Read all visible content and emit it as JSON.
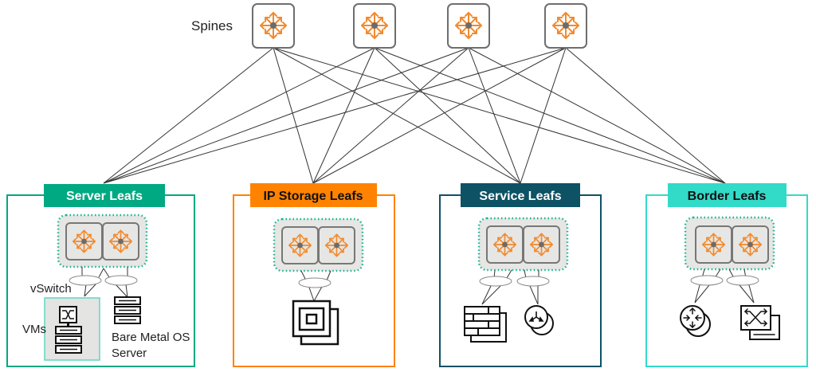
{
  "diagram": {
    "spines_label": "Spines",
    "spine_count": 4,
    "spines": [
      {
        "id": "spine-1",
        "icon": "switch-arrows-icon"
      },
      {
        "id": "spine-2",
        "icon": "switch-arrows-icon"
      },
      {
        "id": "spine-3",
        "icon": "switch-arrows-icon"
      },
      {
        "id": "spine-4",
        "icon": "switch-arrows-icon"
      }
    ],
    "leaf_groups": [
      {
        "id": "server",
        "title": "Server Leafs",
        "color": "#01A982",
        "title_text_color": "#ffffff",
        "endpoints": [
          {
            "label": "vSwitch",
            "icon": "vswitch-icon"
          },
          {
            "label": "VMs",
            "icon": "server-stack-icon"
          },
          {
            "label": "Bare Metal OS",
            "label_line2": "Server",
            "icon": "server-stack-icon"
          }
        ]
      },
      {
        "id": "storage",
        "title": "IP Storage Leafs",
        "color": "#FF8300",
        "title_text_color": "#111111",
        "endpoints": [
          {
            "label": "",
            "icon": "storage-array-icon"
          }
        ]
      },
      {
        "id": "service",
        "title": "Service Leafs",
        "color": "#0D5265",
        "title_text_color": "#ffffff",
        "endpoints": [
          {
            "label": "",
            "icon": "firewall-icon"
          },
          {
            "label": "",
            "icon": "load-balancer-icon"
          }
        ]
      },
      {
        "id": "border",
        "title": "Border Leafs",
        "color": "#32DAC8",
        "title_text_color": "#111111",
        "endpoints": [
          {
            "label": "",
            "icon": "router-icon"
          },
          {
            "label": "",
            "icon": "switch-icon"
          }
        ]
      }
    ],
    "colors": {
      "spine_arrow": "#F28A2E",
      "link_line": "#333333",
      "mlag_dots": "#17B392",
      "device_fill": "#E6E6E4",
      "device_border": "#7A7A7A"
    }
  }
}
